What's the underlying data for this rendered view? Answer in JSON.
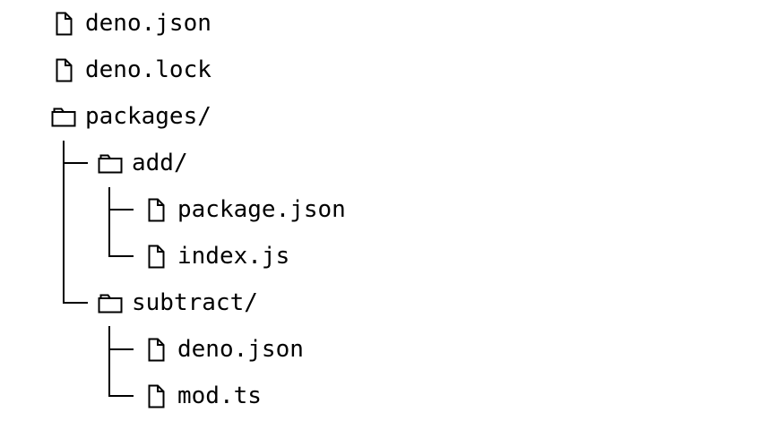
{
  "canvas": {
    "background_color": "#ffffff",
    "text_color": "#000000",
    "line_color": "#000000"
  },
  "tree": {
    "items": [
      {
        "label": "deno.json",
        "type": "file",
        "level": 0,
        "icon": "file-icon"
      },
      {
        "label": "deno.lock",
        "type": "file",
        "level": 0,
        "icon": "file-icon"
      },
      {
        "label": "packages/",
        "type": "folder",
        "level": 0,
        "icon": "folder-icon"
      },
      {
        "label": "add/",
        "type": "folder",
        "level": 1,
        "icon": "folder-icon",
        "parent": "packages/"
      },
      {
        "label": "package.json",
        "type": "file",
        "level": 2,
        "icon": "file-icon",
        "parent": "add/"
      },
      {
        "label": "index.js",
        "type": "file",
        "level": 2,
        "icon": "file-icon",
        "parent": "add/"
      },
      {
        "label": "subtract/",
        "type": "folder",
        "level": 1,
        "icon": "folder-icon",
        "parent": "packages/"
      },
      {
        "label": "deno.json",
        "type": "file",
        "level": 2,
        "icon": "file-icon",
        "parent": "subtract/"
      },
      {
        "label": "mod.ts",
        "type": "file",
        "level": 2,
        "icon": "file-icon",
        "parent": "subtract/"
      }
    ]
  }
}
